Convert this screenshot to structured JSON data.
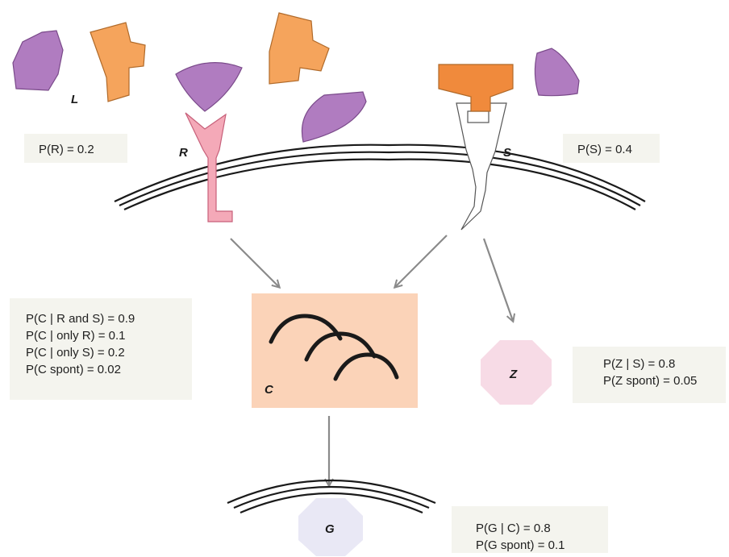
{
  "labels": {
    "ligand": "L",
    "receptor_r": "R",
    "receptor_s": "S",
    "complex_c": "C",
    "protein_z": "Z",
    "gene_g": "G"
  },
  "probabilities": {
    "p_r": "P(R) = 0.2",
    "p_s": "P(S) = 0.4",
    "c_given": [
      "P(C | R and S) = 0.9",
      "P(C | only R) = 0.1",
      "P(C | only S) = 0.2",
      "P(C spont) = 0.02"
    ],
    "z_given": [
      "P(Z | S) = 0.8",
      "P(Z spont) = 0.05"
    ],
    "g_given": [
      "P(G | C) = 0.8",
      "P(G spont) = 0.1"
    ]
  },
  "colors": {
    "ligand_purple": "#b07cc0",
    "ligand_orange": "#f5a45c",
    "receptor_r_pink": "#f4a9b8",
    "receptor_s_orange": "#f08a3c",
    "complex_box": "#fbd3b8",
    "z_octagon": "#f7dbe6",
    "g_octagon": "#e9e8f5",
    "arrow_gray": "#8a8a8a"
  }
}
